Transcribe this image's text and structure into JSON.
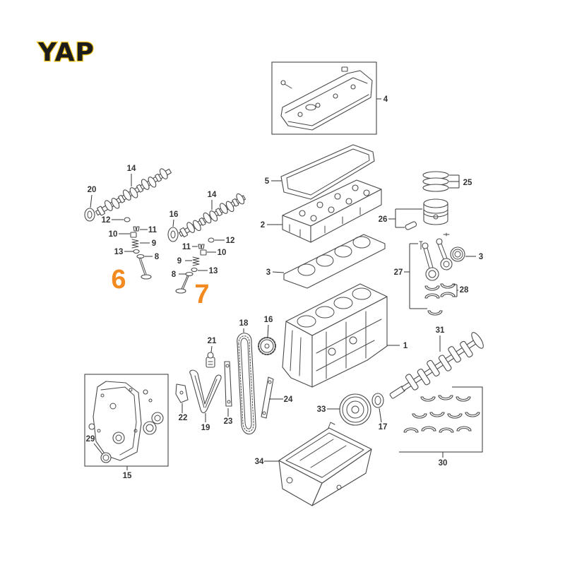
{
  "logo": {
    "text": "YAP"
  },
  "colors": {
    "highlight": "#f28a1f",
    "logo_fill": "#1c1c1c",
    "logo_accent": "#f0c419",
    "line": "#333333"
  },
  "callouts": {
    "valve_cover": "4",
    "valve_cover_gasket": "5",
    "cylinder_head": "2",
    "head_gasket": "3",
    "piston_rings": "25",
    "piston_and_pin": "26",
    "rear_seal": "3",
    "connecting_rods": "27",
    "rod_bearings": "28",
    "crankshaft": "31",
    "cylinder_block": "1",
    "timing_chain": "18",
    "crank_sprocket": "16",
    "chain_tensioner": "21",
    "tensioner_bracket": "22",
    "chain_guide_lower": "19",
    "chain_guide_left": "23",
    "chain_guide_right": "24",
    "timing_cover": "15",
    "front_seal": "29",
    "crank_pulley": "33",
    "pulley_seal": "17",
    "oil_pan": "34",
    "main_bearings": "30",
    "left_camshaft": "14",
    "left_cam_seal": "20",
    "left_lash_cap": "12",
    "left_tappet": "10",
    "left_keeper": "11",
    "left_spring": "9",
    "left_stem_seal": "13",
    "left_spring_seat": "8",
    "left_valve": "6",
    "right_cam_seal": "16",
    "right_camshaft": "14",
    "right_lash_cap": "12",
    "right_keeper": "11",
    "right_tappet": "10",
    "right_spring": "9",
    "right_spring_seat": "8",
    "right_stem_seal": "13",
    "right_valve": "7"
  }
}
